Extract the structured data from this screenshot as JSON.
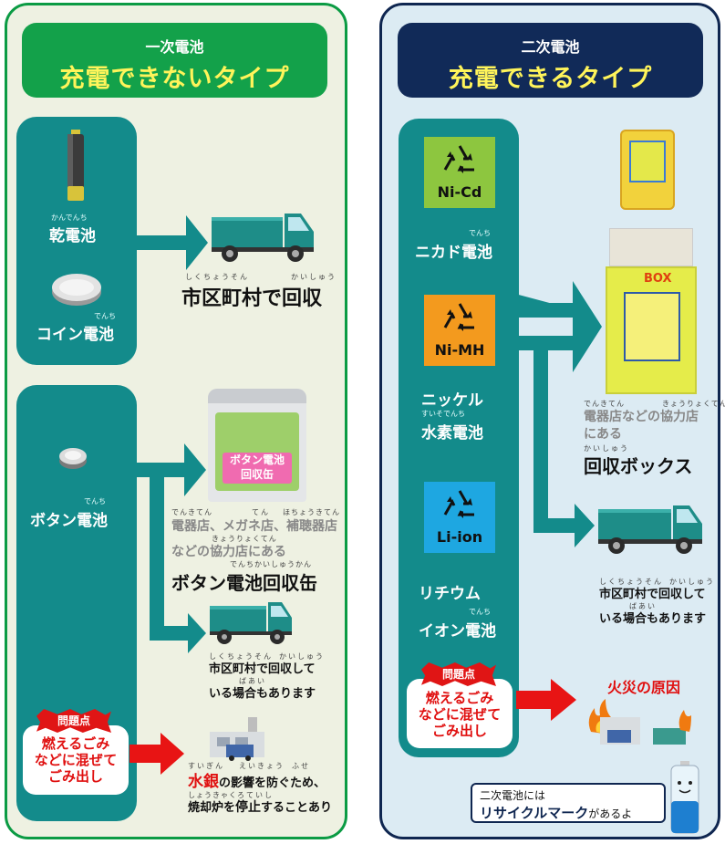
{
  "left": {
    "header_sub": "一次電池",
    "header_main": "充電できないタイプ",
    "dry": {
      "ruby": "かんでんち",
      "label": "乾電池"
    },
    "coin": {
      "ruby": "でんち",
      "label": "コイン電池"
    },
    "municipal": {
      "ruby1": "しくちょうそん",
      "ruby2": "かいしゅう",
      "label": "市区町村で回収"
    },
    "button": {
      "ruby": "でんち",
      "label": "ボタン電池"
    },
    "store": {
      "ruby1": "でんきてん",
      "ruby2": "てん",
      "ruby3": "ほちょうきてん",
      "line1": "電器店、メガネ店、補聴器店",
      "ruby4": "きょうりょくてん",
      "line2": "などの協力店にある",
      "ruby5": "でんちかいしゅうかん",
      "label": "ボタン電池回収缶"
    },
    "can_text": {
      "line1": "ボタン電池",
      "line2": "回収缶"
    },
    "muni2": {
      "ruby1": "しくちょうそん",
      "ruby2": "かいしゅう",
      "line1": "市区町村で回収して",
      "ruby3": "ばあい",
      "line2": "いる場合もあります"
    },
    "problem": {
      "tag": "問題点",
      "line1": "燃えるごみ",
      "line2": "などに混ぜて",
      "line3": "ごみ出し"
    },
    "mercury": {
      "ruby1": "すいぎん",
      "ruby2": "えいきょう",
      "ruby3": "ふせ",
      "hl": "水銀",
      "line1": "の影響を防ぐため、",
      "ruby4": "しょうきゃくろ",
      "ruby5": "ていし",
      "line2a": "焼却炉を",
      "line2b": "停止",
      "line2c": "することあり"
    }
  },
  "right": {
    "header_sub": "二次電池",
    "header_main": "充電できるタイプ",
    "nicd": {
      "code": "Ni-Cd",
      "ruby": "でんち",
      "label": "ニカド電池"
    },
    "nimh": {
      "code": "Ni-MH",
      "label1": "ニッケル",
      "ruby": "すいそでんち",
      "label2": "水素電池"
    },
    "liion": {
      "code": "Li-ion",
      "label1": "リチウム",
      "ruby": "でんち",
      "label2": "イオン電池"
    },
    "box_text": "BOX",
    "store": {
      "ruby1": "でんきてん",
      "ruby2": "きょうりょくてん",
      "line1": "電器店などの協力店",
      "line2": "にある",
      "ruby3": "かいしゅう",
      "label": "回収ボックス"
    },
    "muni": {
      "ruby1": "しくちょうそん",
      "ruby2": "かいしゅう",
      "line1": "市区町村で回収して",
      "ruby3": "ばあい",
      "line2": "いる場合もあります"
    },
    "problem": {
      "tag": "問題点",
      "line1": "燃えるごみ",
      "line2": "などに混ぜて",
      "line3": "ごみ出し"
    },
    "fire": "火災の原因",
    "note": {
      "line1": "二次電池には",
      "line2a": "リサイクルマーク",
      "line2b": "があるよ"
    }
  },
  "colors": {
    "left_accent": "#13a14a",
    "right_accent": "#112a58",
    "teal": "#138b8b",
    "title_yellow": "#fff45a",
    "problem_red": "#e01515",
    "nicd_green": "#8dc63f",
    "nimh_orange": "#f39a1e",
    "liion_blue": "#1ea7e1"
  }
}
